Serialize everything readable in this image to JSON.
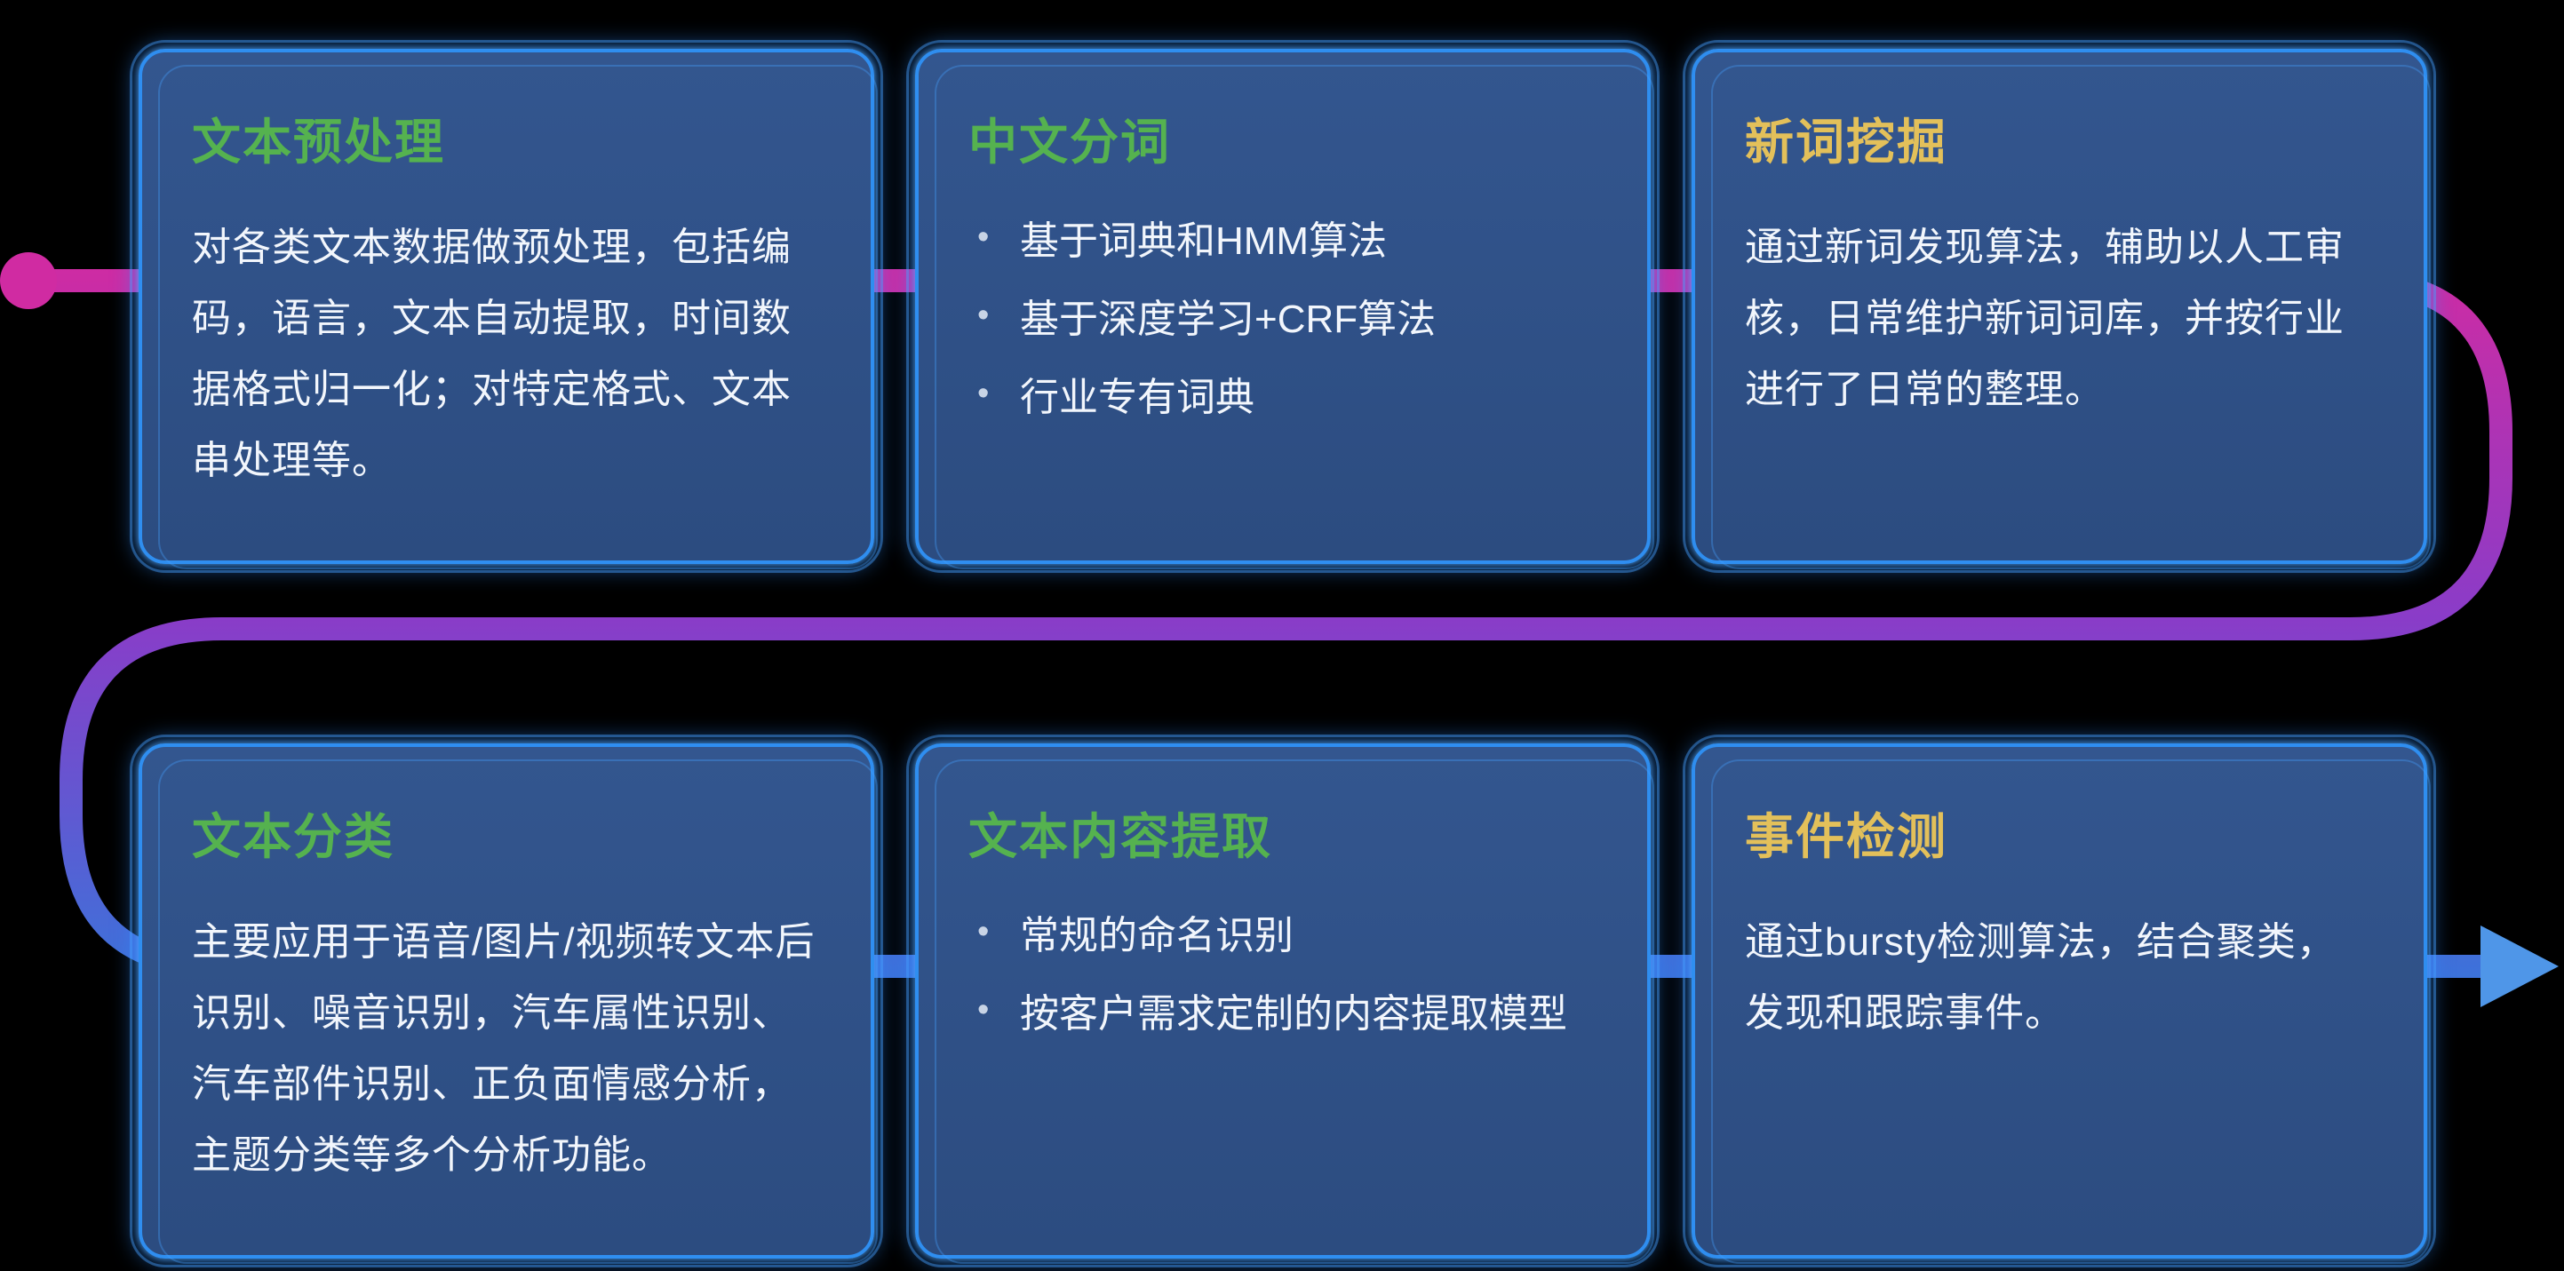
{
  "canvas": {
    "background": "#000000"
  },
  "theme": {
    "card_background": "#2e4e84",
    "card_border": "#2f8ef0",
    "body_text_color": "#f2f6fc",
    "green_title": "#55b24f",
    "yellow_title": "#e3c05a",
    "bullet_marker": "•"
  },
  "flow": {
    "colors": {
      "magenta": "#d02ba2",
      "purple": "#8a3cc8",
      "blue": "#3c72da",
      "arrow": "#4f96e8"
    }
  },
  "cards": [
    {
      "title": "文本预处理",
      "title_color": "#55b24f",
      "body": "对各类文本数据做预处理，包括编码，语言，文本自动提取，时间数据格式归一化；对特定格式、文本串处理等。"
    },
    {
      "title": "中文分词",
      "title_color": "#55b24f",
      "bullets": [
        "基于词典和HMM算法",
        "基于深度学习+CRF算法",
        "行业专有词典"
      ]
    },
    {
      "title": "新词挖掘",
      "title_color": "#e3c05a",
      "body": "通过新词发现算法，辅助以人工审核，日常维护新词词库，并按行业进行了日常的整理。"
    },
    {
      "title": "文本分类",
      "title_color": "#55b24f",
      "body": "主要应用于语音/图片/视频转文本后识别、噪音识别，汽车属性识别、汽车部件识别、正负面情感分析，主题分类等多个分析功能。"
    },
    {
      "title": "文本内容提取",
      "title_color": "#55b24f",
      "bullets": [
        "常规的命名识别",
        "按客户需求定制的内容提取模型"
      ]
    },
    {
      "title": "事件检测",
      "title_color": "#e3c05a",
      "body": "通过bursty检测算法，结合聚类，发现和跟踪事件。"
    }
  ]
}
